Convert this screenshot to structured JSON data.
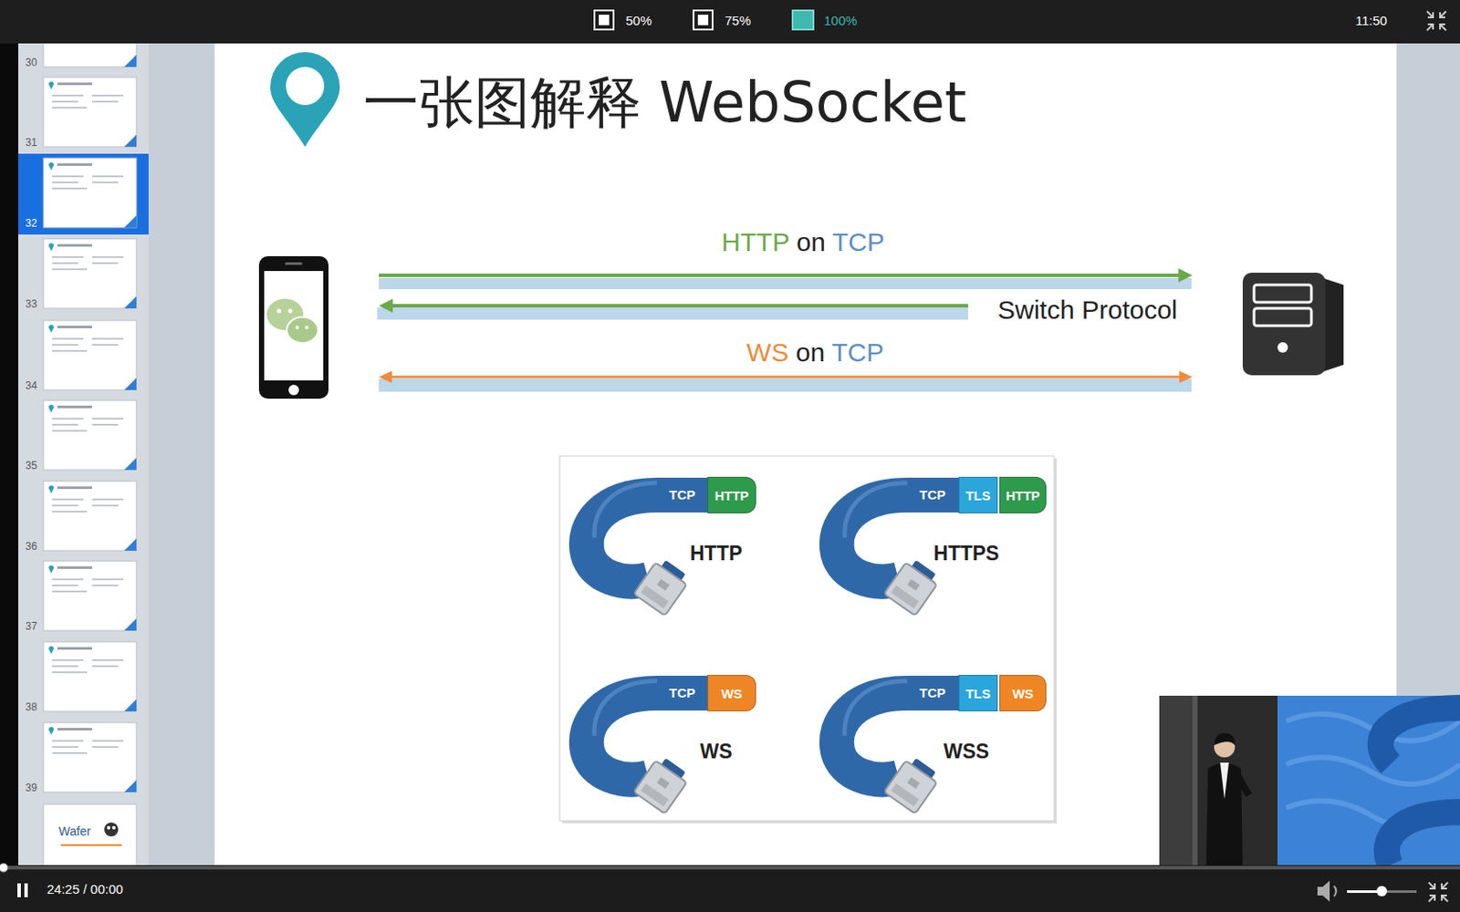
{
  "diagram": {
    "title": "一张图解释 WebSocket",
    "nodes": [
      {
        "text": [
          "HTTP"
        ]
      },
      {
        "text": [
          "TLS"
        ]
      },
      {
        "text": [
          "HTTP"
        ]
      },
      {
        "text": [
          "WS"
        ]
      },
      {
        "text": [
          "TLS"
        ]
      },
      {
        "text": [
          "WS"
        ]
      }
    ],
    "labels": [
      "50%",
      "75%",
      "100%",
      "11:50",
      "30",
      "31",
      "32",
      "33",
      "34",
      "35",
      "36",
      "37",
      "38",
      "39",
      "Wafer",
      "HTTP on TCP",
      "Switch Protocol",
      "WS on TCP",
      "TCP",
      "HTTP",
      "TCP",
      "HTTPS",
      "TCP",
      "WS",
      "TCP",
      "WSS",
      "24:25 / 00:00"
    ]
  }
}
